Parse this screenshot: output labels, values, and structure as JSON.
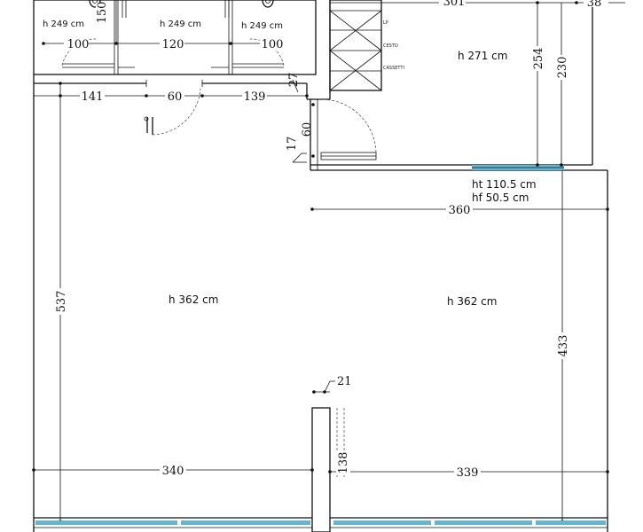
{
  "heights": {
    "bath_left": "h 249 cm",
    "bath_mid": "h 249 cm",
    "bath_right": "h 249 cm",
    "room_top_right": "h 271 cm",
    "room_main_left": "h 362 cm",
    "room_main_right": "h 362 cm"
  },
  "window": {
    "ht": "ht 110.5 cm",
    "hf": "hf 50.5 cm"
  },
  "closet_labels": [
    "LP",
    "CESTO",
    "CASSETTI"
  ],
  "dimensions": {
    "bath_150": "150",
    "bath_100a": "100",
    "bath_120": "120",
    "bath_100b": "100",
    "top_301": "301",
    "top_38": "38",
    "vert_254": "254",
    "vert_230": "230",
    "hall_141": "141",
    "hall_60": "60",
    "hall_139": "139",
    "hall_27": "27",
    "door_60": "60",
    "door_17": "17",
    "width_360": "360",
    "left_537": "537",
    "right_433": "433",
    "col_21": "21",
    "bottom_340": "340",
    "bottom_138": "138",
    "bottom_339": "339"
  }
}
